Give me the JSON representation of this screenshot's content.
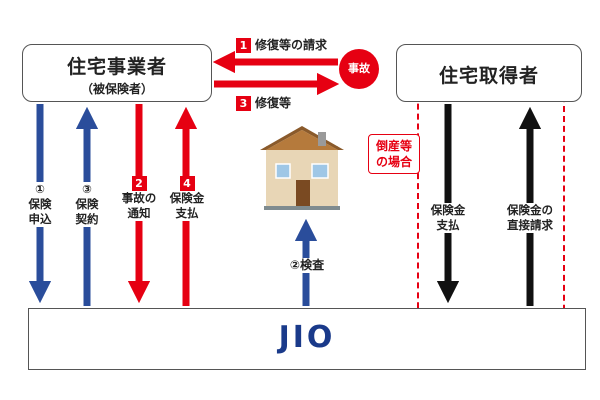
{
  "builder": {
    "title": "住宅事業者",
    "subtitle": "（被保険者）"
  },
  "buyer": {
    "title": "住宅取得者"
  },
  "jio": {
    "label": "JIO"
  },
  "accident": {
    "label": "事故"
  },
  "flows": {
    "repair_request": {
      "num": "1",
      "label": "修復等の請求"
    },
    "repair": {
      "num": "3",
      "label": "修復等"
    },
    "insurance_apply": {
      "label_line1": "①",
      "label_line2": "保険",
      "label_line3": "申込"
    },
    "insurance_contract": {
      "label_line1": "③",
      "label_line2": "保険",
      "label_line3": "契約"
    },
    "accident_notice": {
      "num": "2",
      "label_line1": "事故の",
      "label_line2": "通知"
    },
    "insurance_pay": {
      "num": "4",
      "label_line1": "保険金",
      "label_line2": "支払"
    },
    "inspection": {
      "label": "②検査"
    },
    "buyer_pay": {
      "label_line1": "保険金",
      "label_line2": "支払"
    },
    "buyer_request": {
      "label_line1": "保険金の",
      "label_line2": "直接請求"
    }
  },
  "bankrupt": {
    "line1": "倒産等",
    "line2": "の場合"
  },
  "colors": {
    "blue": "#2a4d9b",
    "red": "#e60012",
    "black": "#111111",
    "jio_text": "#1a3a8a"
  }
}
